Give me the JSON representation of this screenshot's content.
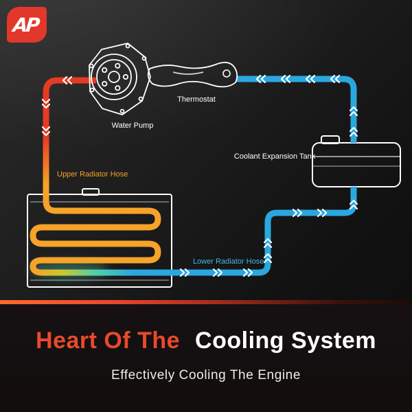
{
  "brand": {
    "monogram": "AP",
    "bg_color": "#e2372b"
  },
  "diagram": {
    "labels": {
      "water_pump": "Water Pump",
      "thermostat": "Thermostat",
      "expansion_tank": "Coolant Expansion Tank",
      "upper_hose": "Upper Radiator Hose",
      "lower_hose": "Lower Radiator Hose"
    },
    "colors": {
      "hot_coolant": "#e63b23",
      "warm_coolant": "#f6a329",
      "cool_coolant": "#2ba7e0",
      "line_art": "#ffffff"
    }
  },
  "footer": {
    "title_accent": "Heart Of The",
    "title_rest": "Cooling System",
    "subtitle": "Effectively Cooling The Engine",
    "accent_color": "#e84a2b"
  }
}
